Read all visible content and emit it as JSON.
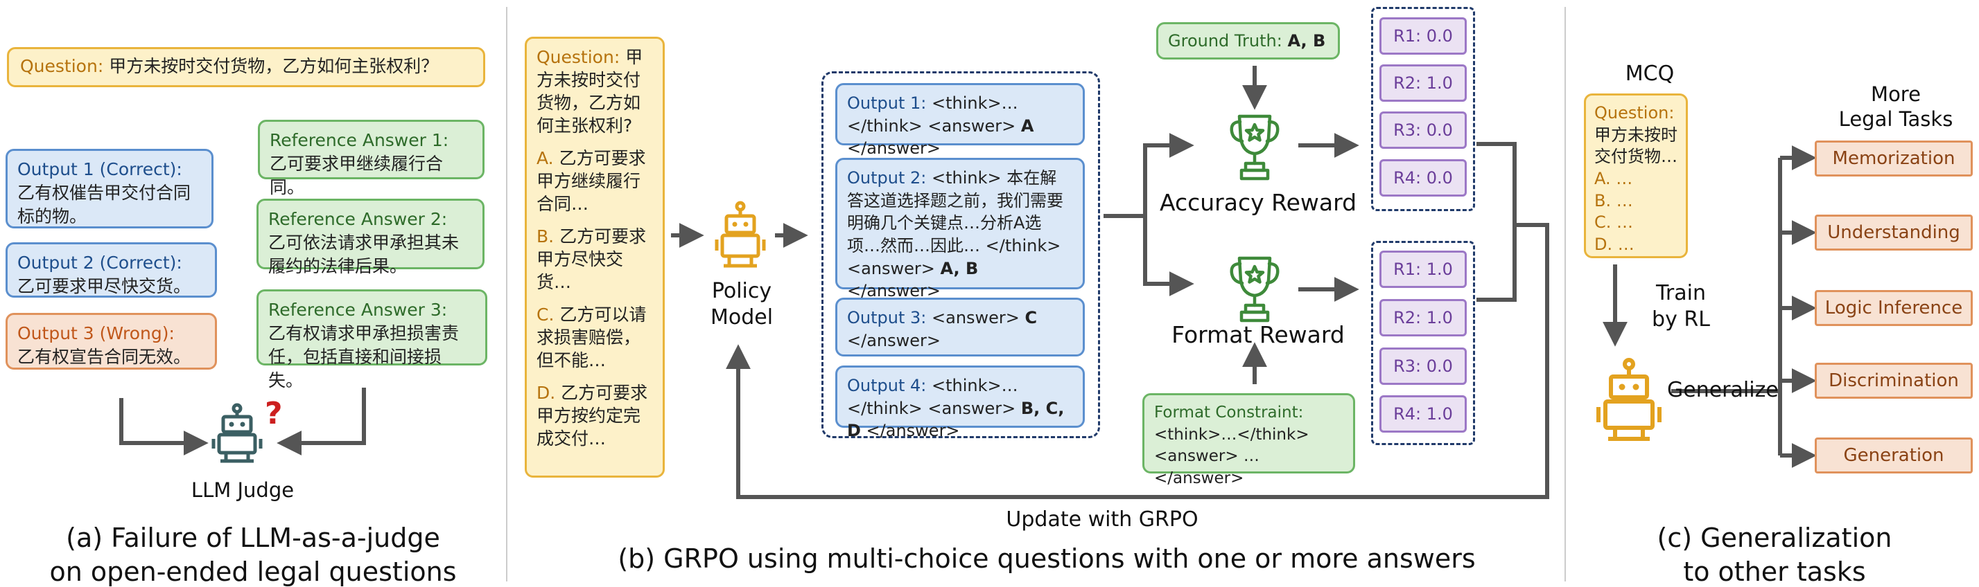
{
  "panel_a": {
    "question": {
      "label": "Question:",
      "text": "甲方未按时交付货物，乙方如何主张权利？"
    },
    "outputs": [
      {
        "label": "Output 1 (Correct):",
        "text": "乙有权催告甲交付合同标的物。"
      },
      {
        "label": "Output 2 (Correct):",
        "text": "乙可要求甲尽快交货。"
      },
      {
        "label": "Output 3 (Wrong):",
        "text": "乙有权宣告合同无效。"
      }
    ],
    "references": [
      {
        "label": "Reference Answer 1:",
        "text": "乙可要求甲继续履行合同。"
      },
      {
        "label": "Reference Answer 2:",
        "text": "乙可依法请求甲承担其未履约的法律后果。"
      },
      {
        "label": "Reference Answer 3:",
        "text": "乙有权请求甲承担损害责任，包括直接和间接损失。"
      }
    ],
    "judge_label": "LLM Judge",
    "judge_mark": "?",
    "caption_line1": "(a)  Failure of LLM-as-a-judge",
    "caption_line2": "on open-ended legal questions"
  },
  "panel_b": {
    "question": {
      "label": "Question:",
      "text": "甲方未按时交付货物，乙方如何主张权利?",
      "options": [
        {
          "letter": "A.",
          "text": "乙方可要求甲方继续履行合同…"
        },
        {
          "letter": "B.",
          "text": "乙方可要求甲方尽快交货…"
        },
        {
          "letter": "C.",
          "text": "乙方可以请求损害赔偿，但不能…"
        },
        {
          "letter": "D.",
          "text": "乙方可要求甲方按约定完成交付…"
        }
      ]
    },
    "policy_label_1": "Policy",
    "policy_label_2": "Model",
    "outputs": [
      {
        "label": "Output 1:",
        "pre": "<think>…</think> <answer> ",
        "bold": "A",
        "post": " </answer>"
      },
      {
        "label": "Output 2:",
        "pre": "<think> 本在解答这道选择题之前，我们需要明确几个关键点…分析A选项…然而…因此… </think> <answer> ",
        "bold": "A, B",
        "post": " </answer>"
      },
      {
        "label": "Output 3:",
        "pre": "<answer> ",
        "bold": "C",
        "post": " </answer>"
      },
      {
        "label": "Output 4:",
        "pre": "<think>…</think> <answer> ",
        "bold": "B, C, D",
        "post": " </answer>"
      }
    ],
    "ground_truth": {
      "label": "Ground Truth:",
      "value": "A, B"
    },
    "accuracy_label": "Accuracy Reward",
    "format_label": "Format Reward",
    "format_constraint": {
      "label": "Format Constraint:",
      "text": "<think>…</think> <answer> … </answer>"
    },
    "accuracy_rewards": [
      "R1: 0.0",
      "R2: 1.0",
      "R3: 0.0",
      "R4: 0.0"
    ],
    "format_rewards": [
      "R1: 1.0",
      "R2: 1.0",
      "R3: 0.0",
      "R4: 1.0"
    ],
    "update_label": "Update with GRPO",
    "caption": "(b) GRPO using multi-choice questions with one or more answers"
  },
  "panel_c": {
    "mcq_title": "MCQ",
    "question": {
      "label": "Question:",
      "text": "甲方未按时交付货物…",
      "options": [
        "A. …",
        "B. …",
        "C. …",
        "D. …"
      ]
    },
    "train_label_1": "Train",
    "train_label_2": "by RL",
    "generalize_label": "Generalize",
    "tasks_title_1": "More",
    "tasks_title_2": "Legal Tasks",
    "tasks": [
      "Memorization",
      "Understanding",
      "Logic Inference",
      "Discrimination",
      "Generation"
    ],
    "caption_line1": "(c) Generalization",
    "caption_line2": "to other tasks"
  }
}
